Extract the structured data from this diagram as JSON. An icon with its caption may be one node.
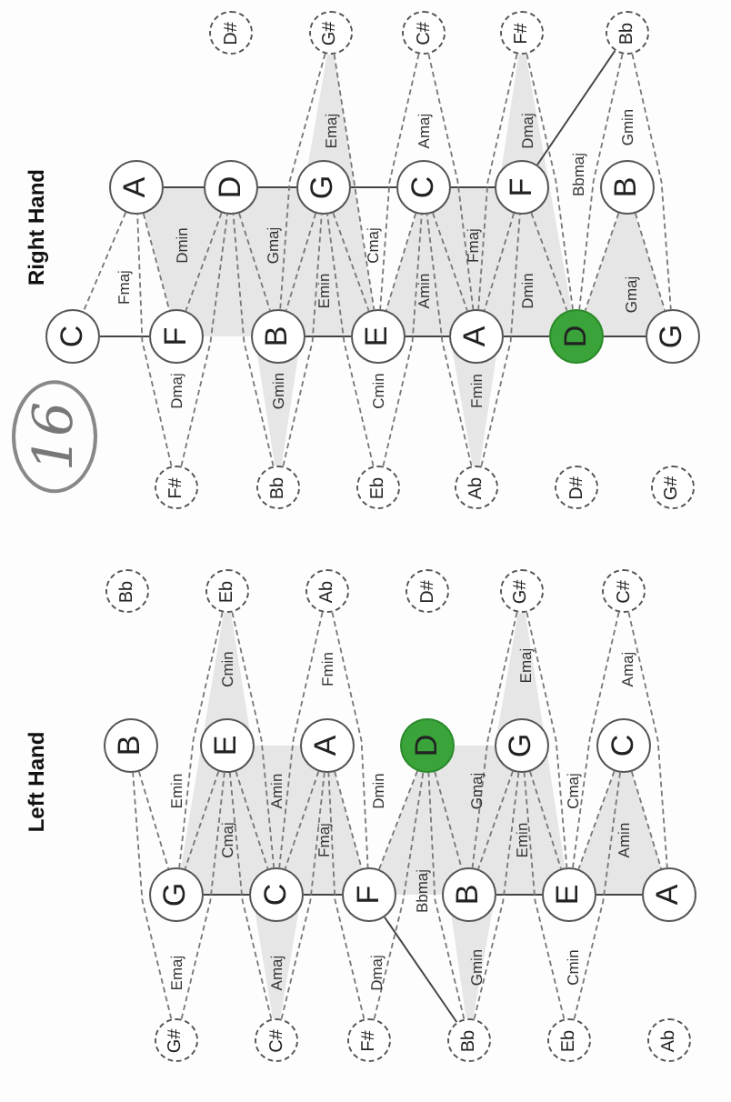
{
  "diagram": {
    "nodes": [
      {
        "text": [
          "D#"
        ]
      },
      {
        "text": [
          "G#"
        ]
      },
      {
        "text": [
          "C#"
        ]
      },
      {
        "text": [
          "F#"
        ]
      },
      {
        "text": [
          "Bb"
        ]
      },
      {
        "text": [
          "A"
        ]
      },
      {
        "text": [
          "D"
        ]
      },
      {
        "text": [
          "G"
        ]
      },
      {
        "text": [
          "C"
        ]
      },
      {
        "text": [
          "F"
        ]
      },
      {
        "text": [
          "B"
        ]
      },
      {
        "text": [
          "C"
        ]
      },
      {
        "text": [
          "F"
        ]
      },
      {
        "text": [
          "B"
        ]
      },
      {
        "text": [
          "E"
        ]
      },
      {
        "text": [
          "A"
        ]
      },
      {
        "text": [
          "D"
        ]
      },
      {
        "text": [
          "G"
        ]
      },
      {
        "text": [
          "F#"
        ]
      },
      {
        "text": [
          "Bb"
        ]
      },
      {
        "text": [
          "Eb"
        ]
      },
      {
        "text": [
          "Ab"
        ]
      },
      {
        "text": [
          "D#"
        ]
      },
      {
        "text": [
          "G#"
        ]
      },
      {
        "text": [
          "Bb"
        ]
      },
      {
        "text": [
          "Eb"
        ]
      },
      {
        "text": [
          "Ab"
        ]
      },
      {
        "text": [
          "D#"
        ]
      },
      {
        "text": [
          "G#"
        ]
      },
      {
        "text": [
          "C#"
        ]
      },
      {
        "text": [
          "B"
        ]
      },
      {
        "text": [
          "E"
        ]
      },
      {
        "text": [
          "A"
        ]
      },
      {
        "text": [
          "D"
        ]
      },
      {
        "text": [
          "G"
        ]
      },
      {
        "text": [
          "C"
        ]
      },
      {
        "text": [
          "G"
        ]
      },
      {
        "text": [
          "C"
        ]
      },
      {
        "text": [
          "F"
        ]
      },
      {
        "text": [
          "B"
        ]
      },
      {
        "text": [
          "E"
        ]
      },
      {
        "text": [
          "A"
        ]
      },
      {
        "text": [
          "G#"
        ]
      },
      {
        "text": [
          "C#"
        ]
      },
      {
        "text": [
          "F#"
        ]
      },
      {
        "text": [
          "Bb"
        ]
      },
      {
        "text": [
          "Eb"
        ]
      },
      {
        "text": [
          "Ab"
        ]
      }
    ],
    "edges": [
      {
        "from": 5,
        "to": 6,
        "arrow": "none"
      },
      {
        "from": 6,
        "to": 7,
        "arrow": "none"
      },
      {
        "from": 7,
        "to": 8,
        "arrow": "none"
      },
      {
        "from": 8,
        "to": 9,
        "arrow": "none"
      },
      {
        "from": 11,
        "to": 12,
        "arrow": "none"
      },
      {
        "from": 13,
        "to": 14,
        "arrow": "none"
      },
      {
        "from": 14,
        "to": 15,
        "arrow": "none"
      },
      {
        "from": 15,
        "to": 16,
        "arrow": "none"
      },
      {
        "from": 16,
        "to": 17,
        "arrow": "none"
      },
      {
        "from": 5,
        "to": 11,
        "arrow": "none",
        "style": "dashed"
      },
      {
        "from": 5,
        "to": 12,
        "arrow": "none",
        "style": "dashed"
      },
      {
        "from": 6,
        "to": 12,
        "arrow": "none",
        "style": "dashed"
      },
      {
        "from": 6,
        "to": 13,
        "arrow": "none",
        "style": "dashed"
      },
      {
        "from": 7,
        "to": 13,
        "arrow": "none",
        "style": "dashed"
      },
      {
        "from": 7,
        "to": 14,
        "arrow": "none",
        "style": "dashed"
      },
      {
        "from": 8,
        "to": 14,
        "arrow": "none",
        "style": "dashed"
      },
      {
        "from": 8,
        "to": 15,
        "arrow": "none",
        "style": "dashed"
      },
      {
        "from": 9,
        "to": 15,
        "arrow": "none",
        "style": "dashed"
      },
      {
        "from": 9,
        "to": 16,
        "arrow": "none",
        "style": "dashed"
      },
      {
        "from": 10,
        "to": 16,
        "arrow": "none",
        "style": "dashed"
      },
      {
        "from": 10,
        "to": 17,
        "arrow": "none",
        "style": "dashed"
      },
      {
        "from": 1,
        "to": 13,
        "arrow": "none",
        "style": "dashed"
      },
      {
        "from": 1,
        "to": 14,
        "arrow": "none",
        "style": "dashed"
      },
      {
        "from": 2,
        "to": 14,
        "arrow": "none",
        "style": "dashed"
      },
      {
        "from": 2,
        "to": 15,
        "arrow": "none",
        "style": "dashed"
      },
      {
        "from": 3,
        "to": 15,
        "arrow": "none",
        "style": "dashed"
      },
      {
        "from": 3,
        "to": 16,
        "arrow": "none",
        "style": "dashed"
      },
      {
        "from": 4,
        "to": 16,
        "arrow": "none",
        "style": "dashed"
      },
      {
        "from": 4,
        "to": 17,
        "arrow": "none",
        "style": "dashed"
      },
      {
        "from": 4,
        "to": 9,
        "arrow": "none"
      },
      {
        "from": 18,
        "to": 5,
        "arrow": "none",
        "style": "dashed"
      },
      {
        "from": 18,
        "to": 6,
        "arrow": "none",
        "style": "dashed"
      },
      {
        "from": 19,
        "to": 6,
        "arrow": "none",
        "style": "dashed"
      },
      {
        "from": 19,
        "to": 7,
        "arrow": "none",
        "style": "dashed"
      },
      {
        "from": 20,
        "to": 7,
        "arrow": "none",
        "style": "dashed"
      },
      {
        "from": 20,
        "to": 8,
        "arrow": "none",
        "style": "dashed"
      },
      {
        "from": 21,
        "to": 8,
        "arrow": "none",
        "style": "dashed"
      },
      {
        "from": 21,
        "to": 9,
        "arrow": "none",
        "style": "dashed"
      },
      {
        "from": 36,
        "to": 37,
        "arrow": "none"
      },
      {
        "from": 37,
        "to": 38,
        "arrow": "none"
      },
      {
        "from": 39,
        "to": 40,
        "arrow": "none"
      },
      {
        "from": 40,
        "to": 41,
        "arrow": "none"
      },
      {
        "from": 30,
        "to": 36,
        "arrow": "none",
        "style": "dashed"
      },
      {
        "from": 31,
        "to": 36,
        "arrow": "none",
        "style": "dashed"
      },
      {
        "from": 31,
        "to": 37,
        "arrow": "none",
        "style": "dashed"
      },
      {
        "from": 32,
        "to": 37,
        "arrow": "none",
        "style": "dashed"
      },
      {
        "from": 32,
        "to": 38,
        "arrow": "none",
        "style": "dashed"
      },
      {
        "from": 33,
        "to": 38,
        "arrow": "none",
        "style": "dashed"
      },
      {
        "from": 33,
        "to": 39,
        "arrow": "none",
        "style": "dashed"
      },
      {
        "from": 34,
        "to": 39,
        "arrow": "none",
        "style": "dashed"
      },
      {
        "from": 34,
        "to": 40,
        "arrow": "none",
        "style": "dashed"
      },
      {
        "from": 35,
        "to": 40,
        "arrow": "none",
        "style": "dashed"
      },
      {
        "from": 35,
        "to": 41,
        "arrow": "none",
        "style": "dashed"
      },
      {
        "from": 25,
        "to": 36,
        "arrow": "none",
        "style": "dashed"
      },
      {
        "from": 25,
        "to": 37,
        "arrow": "none",
        "style": "dashed"
      },
      {
        "from": 26,
        "to": 37,
        "arrow": "none",
        "style": "dashed"
      },
      {
        "from": 26,
        "to": 38,
        "arrow": "none",
        "style": "dashed"
      },
      {
        "from": 28,
        "to": 39,
        "arrow": "none",
        "style": "dashed"
      },
      {
        "from": 28,
        "to": 40,
        "arrow": "none",
        "style": "dashed"
      },
      {
        "from": 29,
        "to": 40,
        "arrow": "none",
        "style": "dashed"
      },
      {
        "from": 29,
        "to": 41,
        "arrow": "none",
        "style": "dashed"
      },
      {
        "from": 42,
        "to": 30,
        "arrow": "none",
        "style": "dashed"
      },
      {
        "from": 42,
        "to": 31,
        "arrow": "none",
        "style": "dashed"
      },
      {
        "from": 43,
        "to": 31,
        "arrow": "none",
        "style": "dashed"
      },
      {
        "from": 43,
        "to": 32,
        "arrow": "none",
        "style": "dashed"
      },
      {
        "from": 44,
        "to": 32,
        "arrow": "none",
        "style": "dashed"
      },
      {
        "from": 44,
        "to": 33,
        "arrow": "none",
        "style": "dashed"
      },
      {
        "from": 45,
        "to": 33,
        "arrow": "none",
        "style": "dashed"
      },
      {
        "from": 45,
        "to": 34,
        "arrow": "none",
        "style": "dashed"
      },
      {
        "from": 46,
        "to": 34,
        "arrow": "none",
        "style": "dashed"
      },
      {
        "from": 46,
        "to": 35,
        "arrow": "none",
        "style": "dashed"
      },
      {
        "from": 45,
        "to": 38,
        "arrow": "none"
      }
    ],
    "labels": [
      "Right Hand",
      "Emaj",
      "Amaj",
      "Dmaj",
      "Gmin",
      "Bbmaj",
      "Dmin",
      "Gmaj",
      "Cmaj",
      "Fmaj",
      "Fmaj",
      "Emin",
      "Amin",
      "Dmin",
      "Gmaj",
      "Dmaj",
      "Gmin",
      "Cmin",
      "Fmin",
      "16",
      "Left Hand",
      "Cmin",
      "Fmin",
      "Emaj",
      "Amaj",
      "Emin",
      "Amin",
      "Dmin",
      "Gmaj",
      "Cmaj",
      "Cmaj",
      "Fmaj",
      "Bbmaj",
      "Emin",
      "Amin",
      "Emaj",
      "Amaj",
      "Dmaj",
      "Gmin",
      "Cmin"
    ]
  }
}
